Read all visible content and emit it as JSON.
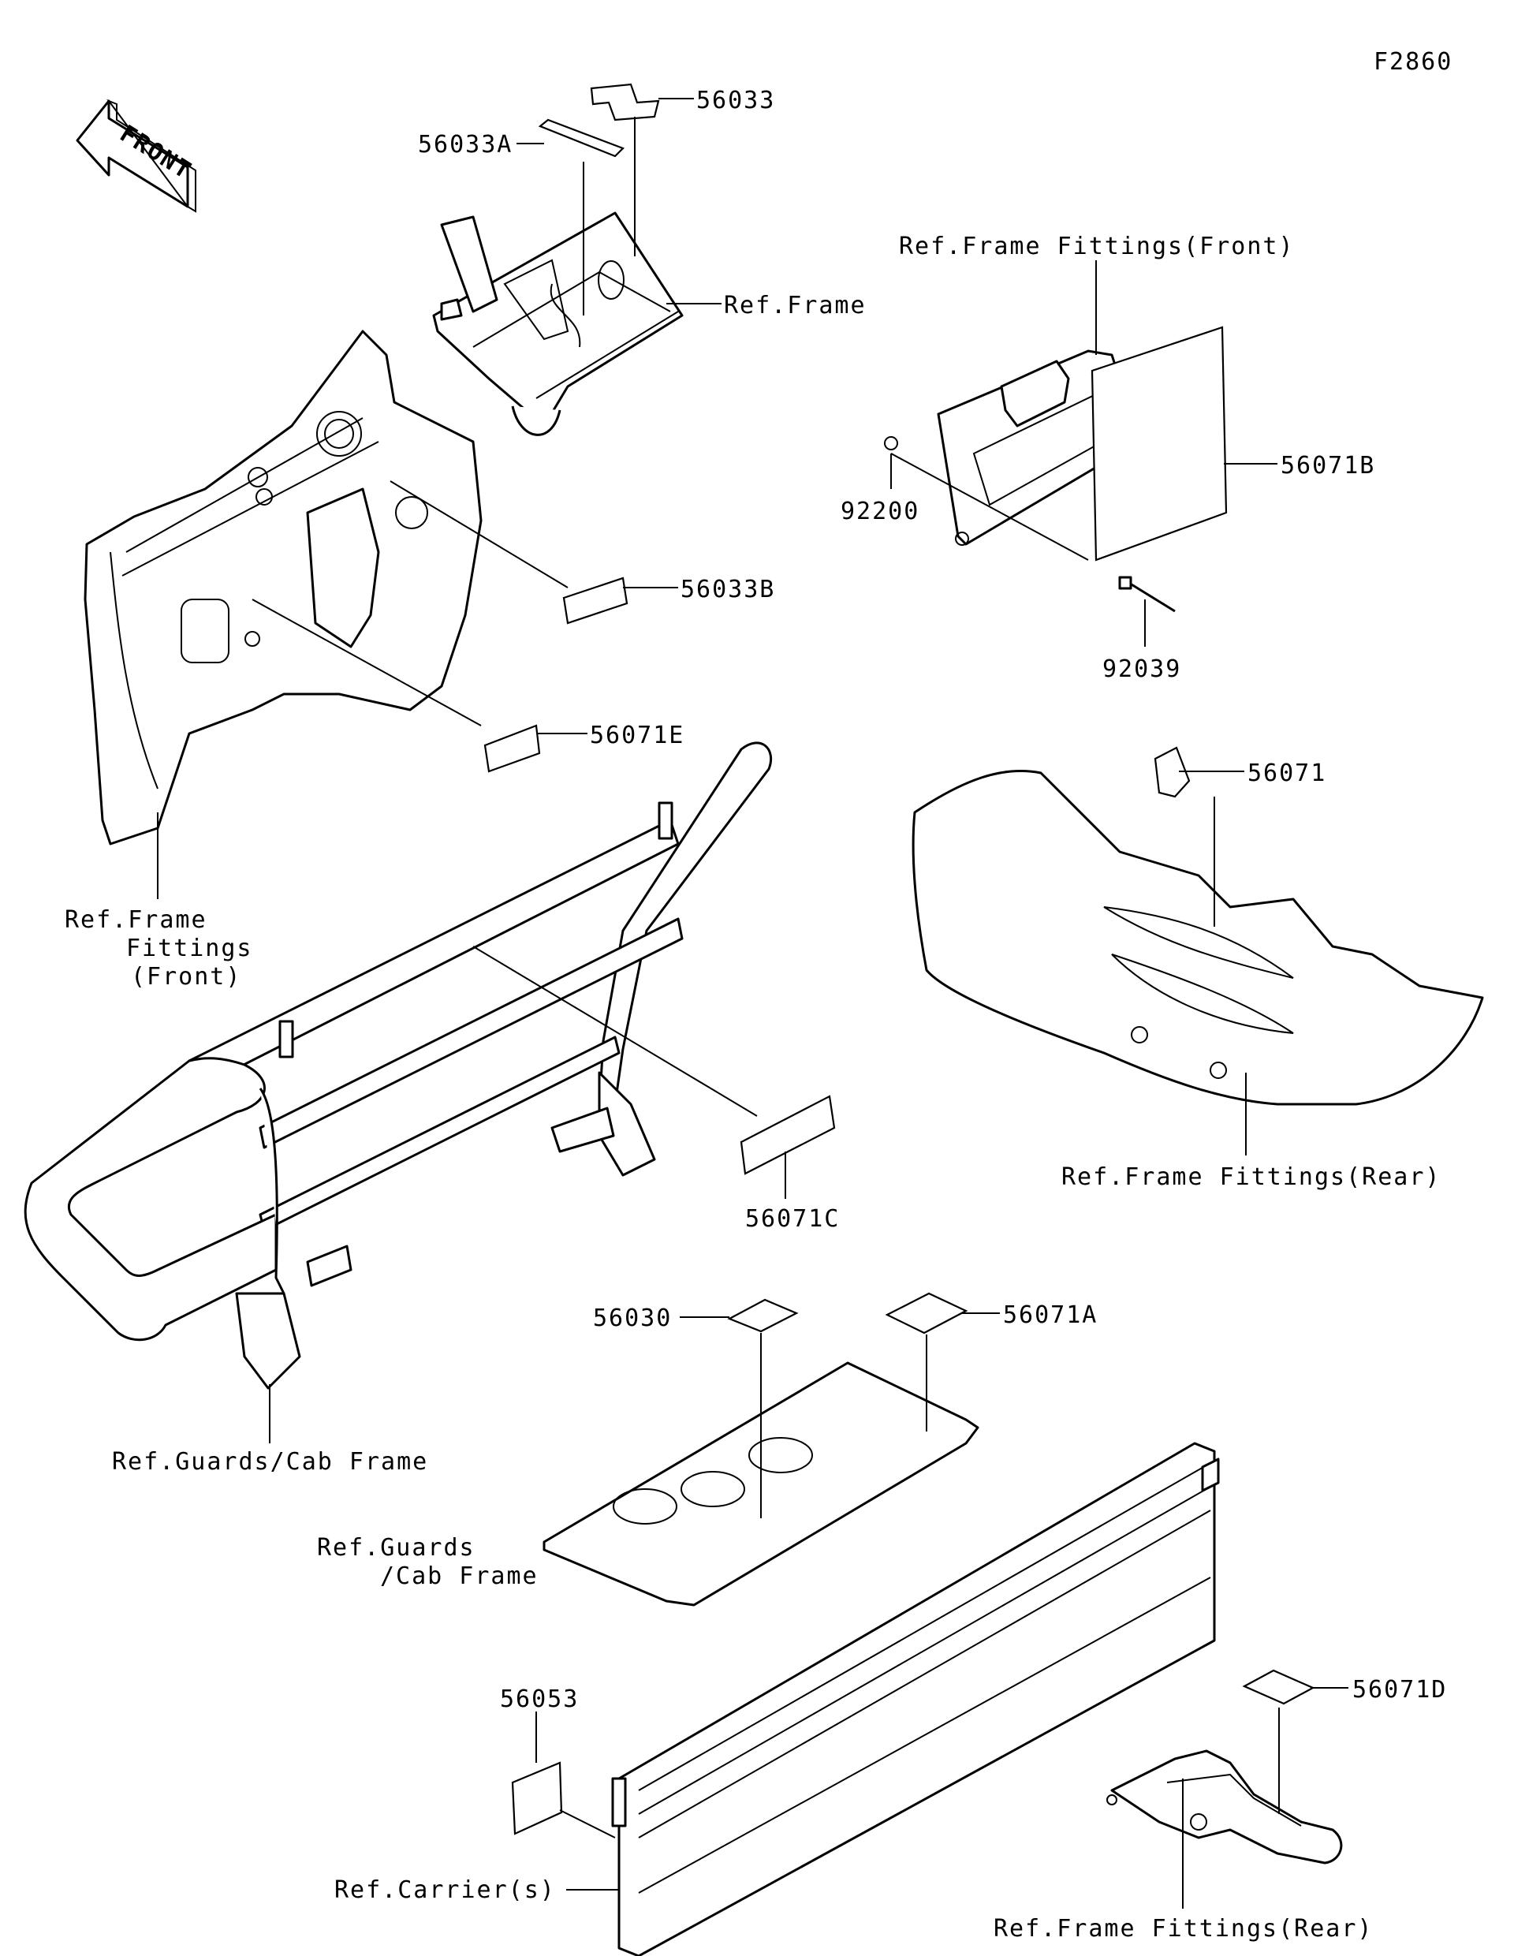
{
  "diagram_code": "F2860",
  "front_arrow_text": "FRONT",
  "labels": {
    "p56033": "56033",
    "p56033A": "56033A",
    "ref_frame": "Ref.Frame",
    "ref_ff_front_top": "Ref.Frame Fittings(Front)",
    "p56071B": "56071B",
    "p92200": "92200",
    "p92039": "92039",
    "p56033B": "56033B",
    "p56071E": "56071E",
    "ref_ff_front_left": [
      "Ref.Frame",
      "Fittings",
      "(Front)"
    ],
    "p56071": "56071",
    "ref_ff_rear_mid": "Ref.Frame Fittings(Rear)",
    "p56071C": "56071C",
    "ref_guards_left": "Ref.Guards/Cab Frame",
    "p56030": "56030",
    "p56071A": "56071A",
    "ref_guards_mid": [
      "Ref.Guards",
      "/Cab Frame"
    ],
    "p56053": "56053",
    "p56071D": "56071D",
    "ref_carrier": "Ref.Carrier(s)",
    "ref_ff_rear_bottom": "Ref.Frame Fittings(Rear)"
  }
}
